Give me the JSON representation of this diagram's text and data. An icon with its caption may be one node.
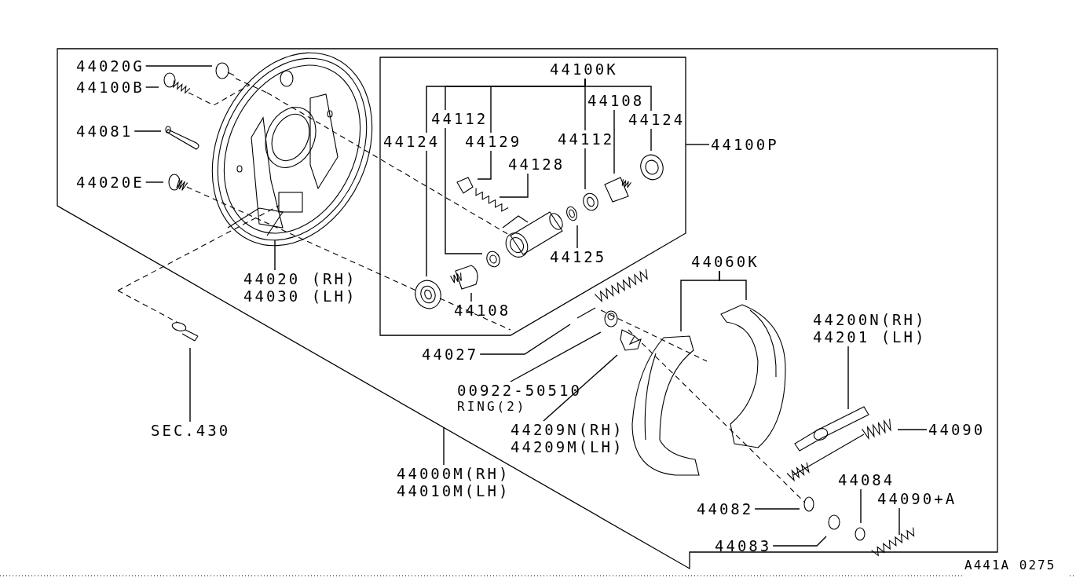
{
  "diagram": {
    "nodes": [
      {
        "text": [],
        "shape": "box"
      },
      {
        "text": [
          "44020G"
        ],
        "in": 0
      },
      {
        "text": [
          "44100B"
        ],
        "in": 0
      },
      {
        "text": [
          "44081"
        ],
        "in": 0
      },
      {
        "text": [
          "44020E"
        ],
        "in": 0
      },
      {
        "text": [
          "44020 (RH)",
          "44030 (LH)"
        ],
        "in": 0
      },
      {
        "text": [],
        "shape": "box",
        "in": 0
      },
      {
        "text": [
          "44100K"
        ],
        "in": 6
      },
      {
        "text": [
          "44112"
        ],
        "in": 6
      },
      {
        "text": [
          "44108"
        ],
        "in": 6
      },
      {
        "text": [
          "44124"
        ],
        "in": 6
      },
      {
        "text": [
          "44124"
        ],
        "in": 6
      },
      {
        "text": [
          "44129"
        ],
        "in": 6
      },
      {
        "text": [
          "44112"
        ],
        "in": 6
      },
      {
        "text": [
          "44128"
        ],
        "in": 6
      },
      {
        "text": [
          "44125"
        ],
        "in": 6
      },
      {
        "text": [
          "44108"
        ],
        "in": 6
      },
      {
        "text": [
          "44100P"
        ],
        "in": 0
      },
      {
        "text": [
          "44060K"
        ],
        "in": 0
      },
      {
        "text": [
          "44027"
        ],
        "in": 0
      },
      {
        "text": [
          "00922-50510",
          "RING(2)"
        ],
        "in": 0
      },
      {
        "text": [
          "44209N(RH)",
          "44209M(LH)"
        ],
        "in": 0
      },
      {
        "text": [
          "44200N(RH)",
          "44201 (LH)"
        ],
        "in": 0
      },
      {
        "text": [
          "44090"
        ],
        "in": 0
      },
      {
        "text": [
          "44084"
        ],
        "in": 0
      },
      {
        "text": [
          "44090+A"
        ],
        "in": 0
      },
      {
        "text": [
          "44082"
        ],
        "in": 0
      },
      {
        "text": [
          "44083"
        ],
        "in": 0
      },
      {
        "text": [
          "SEC.430"
        ]
      },
      {
        "text": [
          "44000M(RH)",
          "44010M(LH)"
        ]
      }
    ],
    "edges": [
      {
        "from": 1,
        "to": null,
        "arrow": "none"
      },
      {
        "from": 2,
        "to": null,
        "arrow": "none"
      },
      {
        "from": 3,
        "to": null,
        "arrow": "none"
      },
      {
        "from": 4,
        "to": null,
        "arrow": "none"
      },
      {
        "from": 5,
        "to": null,
        "arrow": "none"
      },
      {
        "from": 7,
        "to": 11,
        "arrow": "none"
      },
      {
        "from": 7,
        "to": 8,
        "arrow": "none"
      },
      {
        "from": 7,
        "to": 12,
        "arrow": "none"
      },
      {
        "from": 7,
        "to": 13,
        "arrow": "none"
      },
      {
        "from": 7,
        "to": 10,
        "arrow": "none"
      },
      {
        "from": 9,
        "to": null,
        "arrow": "none"
      },
      {
        "from": 10,
        "to": null,
        "arrow": "none"
      },
      {
        "from": 11,
        "to": null,
        "arrow": "none"
      },
      {
        "from": 8,
        "to": null,
        "arrow": "none"
      },
      {
        "from": 12,
        "to": null,
        "arrow": "none"
      },
      {
        "from": 13,
        "to": null,
        "arrow": "none"
      },
      {
        "from": 14,
        "to": null,
        "arrow": "none"
      },
      {
        "from": 15,
        "to": null,
        "arrow": "none"
      },
      {
        "from": 16,
        "to": null,
        "arrow": "none"
      },
      {
        "from": 17,
        "to": 6,
        "arrow": "none"
      },
      {
        "from": 18,
        "to": null,
        "arrow": "none"
      },
      {
        "from": 18,
        "to": null,
        "arrow": "none"
      },
      {
        "from": 19,
        "to": null,
        "arrow": "none"
      },
      {
        "from": 20,
        "to": null,
        "arrow": "none"
      },
      {
        "from": 21,
        "to": null,
        "arrow": "none"
      },
      {
        "from": 22,
        "to": null,
        "arrow": "none"
      },
      {
        "from": 23,
        "to": null,
        "arrow": "none"
      },
      {
        "from": 24,
        "to": null,
        "arrow": "none"
      },
      {
        "from": 25,
        "to": null,
        "arrow": "none"
      },
      {
        "from": 26,
        "to": null,
        "arrow": "none"
      },
      {
        "from": 27,
        "to": null,
        "arrow": "none"
      },
      {
        "from": 28,
        "to": null,
        "arrow": "none"
      },
      {
        "from": 29,
        "to": 0,
        "arrow": "none"
      }
    ],
    "labels": [
      "A441A 0275"
    ]
  }
}
